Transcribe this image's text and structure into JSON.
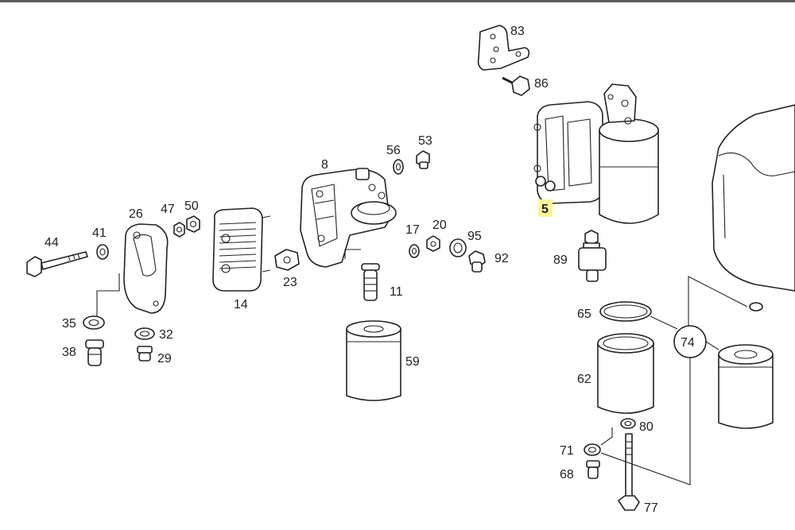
{
  "callouts": {
    "c44": "44",
    "c41": "41",
    "c26": "26",
    "c47": "47",
    "c50": "50",
    "c35": "35",
    "c38": "38",
    "c32": "32",
    "c29": "29",
    "c14": "14",
    "c23": "23",
    "c8": "8",
    "c56": "56",
    "c53": "53",
    "c17": "17",
    "c20": "20",
    "c95": "95",
    "c92": "92",
    "c11": "11",
    "c59": "59",
    "c83": "83",
    "c86": "86",
    "c5": "5",
    "c89": "89",
    "c65": "65",
    "c74": "74",
    "c62": "62",
    "c80": "80",
    "c71": "71",
    "c68": "68",
    "c77": "77"
  },
  "highlight_color": "#fff59a"
}
